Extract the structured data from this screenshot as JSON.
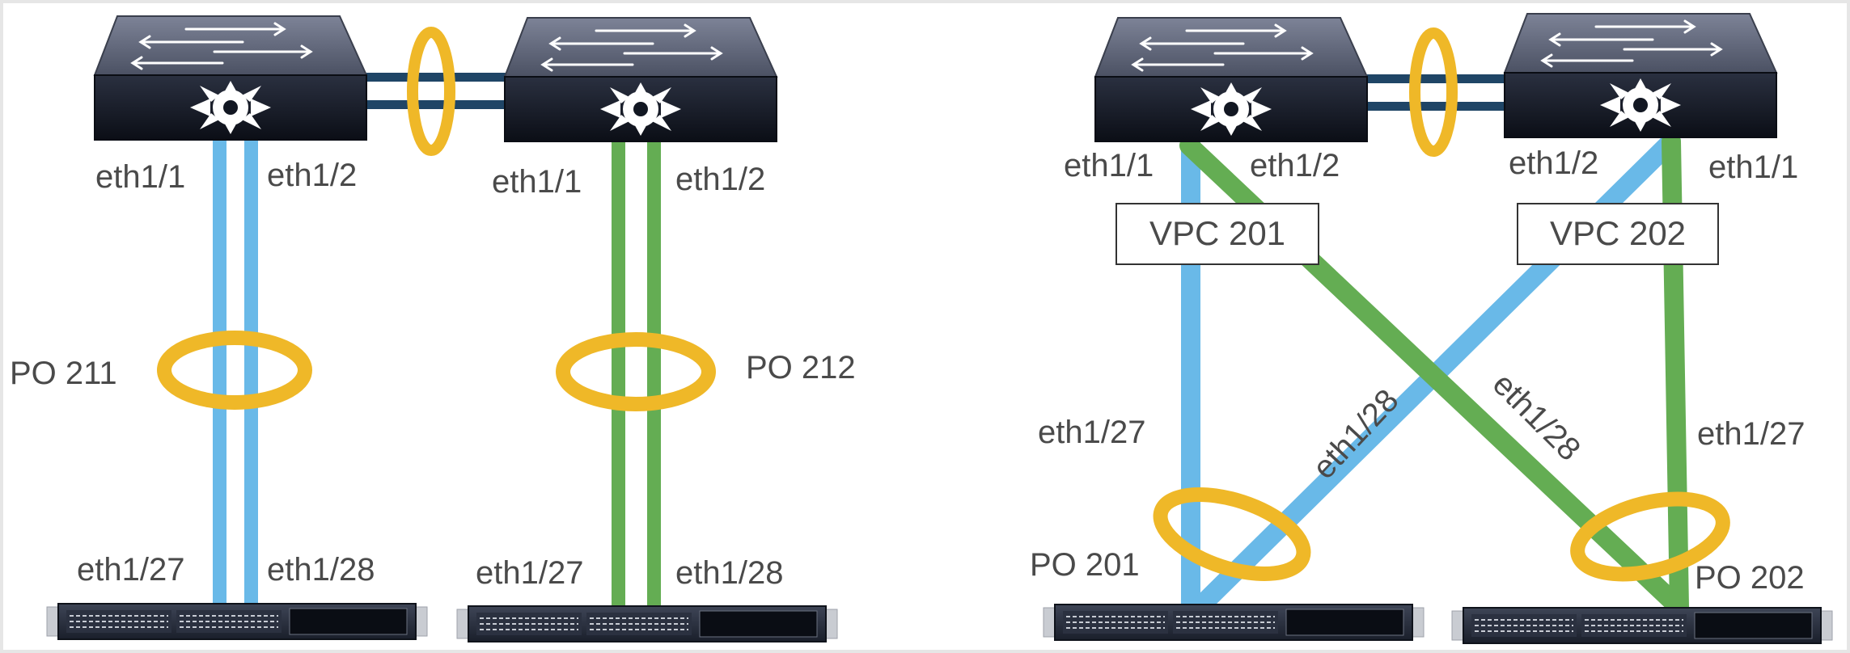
{
  "colors": {
    "background": "#ffffff",
    "border": "#e6e6e6",
    "blue_link": "#69b9e8",
    "green_link": "#64ad53",
    "portchannel_ring": "#efb828",
    "peer_link": "#1f4566",
    "switch_top": "#5c6274",
    "switch_front": "#121722",
    "label_text": "#4a4a4a"
  },
  "left_diagram": {
    "peer_link_icon": "ring",
    "switch_a": {
      "icon": "nexus-switch",
      "port_1": "eth1/1",
      "port_2": "eth1/2"
    },
    "switch_b": {
      "icon": "nexus-switch",
      "port_1": "eth1/1",
      "port_2": "eth1/2"
    },
    "po_a": "PO 211",
    "po_b": "PO 212",
    "fex_a": {
      "icon": "fabric-extender",
      "port_1": "eth1/27",
      "port_2": "eth1/28"
    },
    "fex_b": {
      "icon": "fabric-extender",
      "port_1": "eth1/27",
      "port_2": "eth1/28"
    }
  },
  "right_diagram": {
    "peer_link_icon": "ring",
    "switch_a": {
      "icon": "nexus-switch",
      "port_1": "eth1/1",
      "port_2": "eth1/2",
      "vpc": "VPC 201"
    },
    "switch_b": {
      "icon": "nexus-switch",
      "port_1": "eth1/2",
      "port_2": "eth1/1",
      "vpc": "VPC 202"
    },
    "cross_label_a": "eth1/28",
    "cross_label_b": "eth1/28",
    "fex_a": {
      "icon": "fabric-extender",
      "port": "eth1/27",
      "po": "PO 201"
    },
    "fex_b": {
      "icon": "fabric-extender",
      "port": "eth1/27",
      "po": "PO 202"
    }
  }
}
